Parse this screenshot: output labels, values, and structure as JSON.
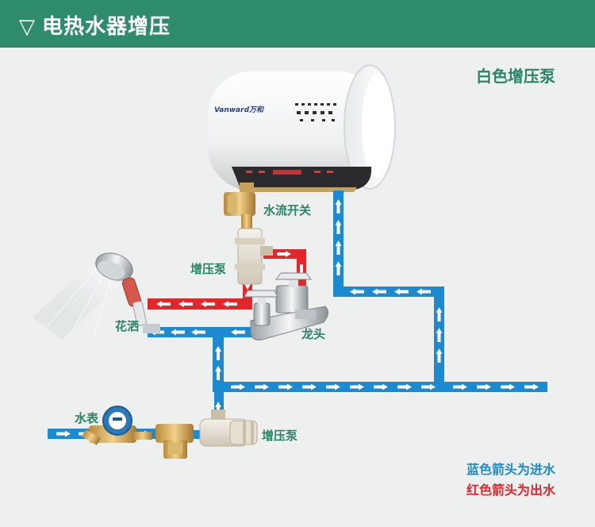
{
  "header": {
    "title": "电热水器增压"
  },
  "labels": {
    "pump_type": "白色增压泵",
    "flow_switch": "水流开关",
    "booster_upper": "增压泵",
    "shower": "花洒",
    "faucet": "龙头",
    "water_meter": "水表",
    "booster_lower": "增压泵"
  },
  "legend": {
    "blue": "蓝色箭头为进水",
    "red": "红色箭头为出水"
  },
  "heater": {
    "brand": "Vanward万和"
  },
  "colors": {
    "header": "#2e8b6c",
    "label": "#2a8468",
    "inlet": "#1b8bd0",
    "outlet": "#e2262a"
  },
  "icons": [
    "water-heater-icon",
    "shower-head-icon",
    "faucet-icon",
    "water-meter-icon",
    "booster-pump-icon",
    "flow-switch-icon"
  ]
}
